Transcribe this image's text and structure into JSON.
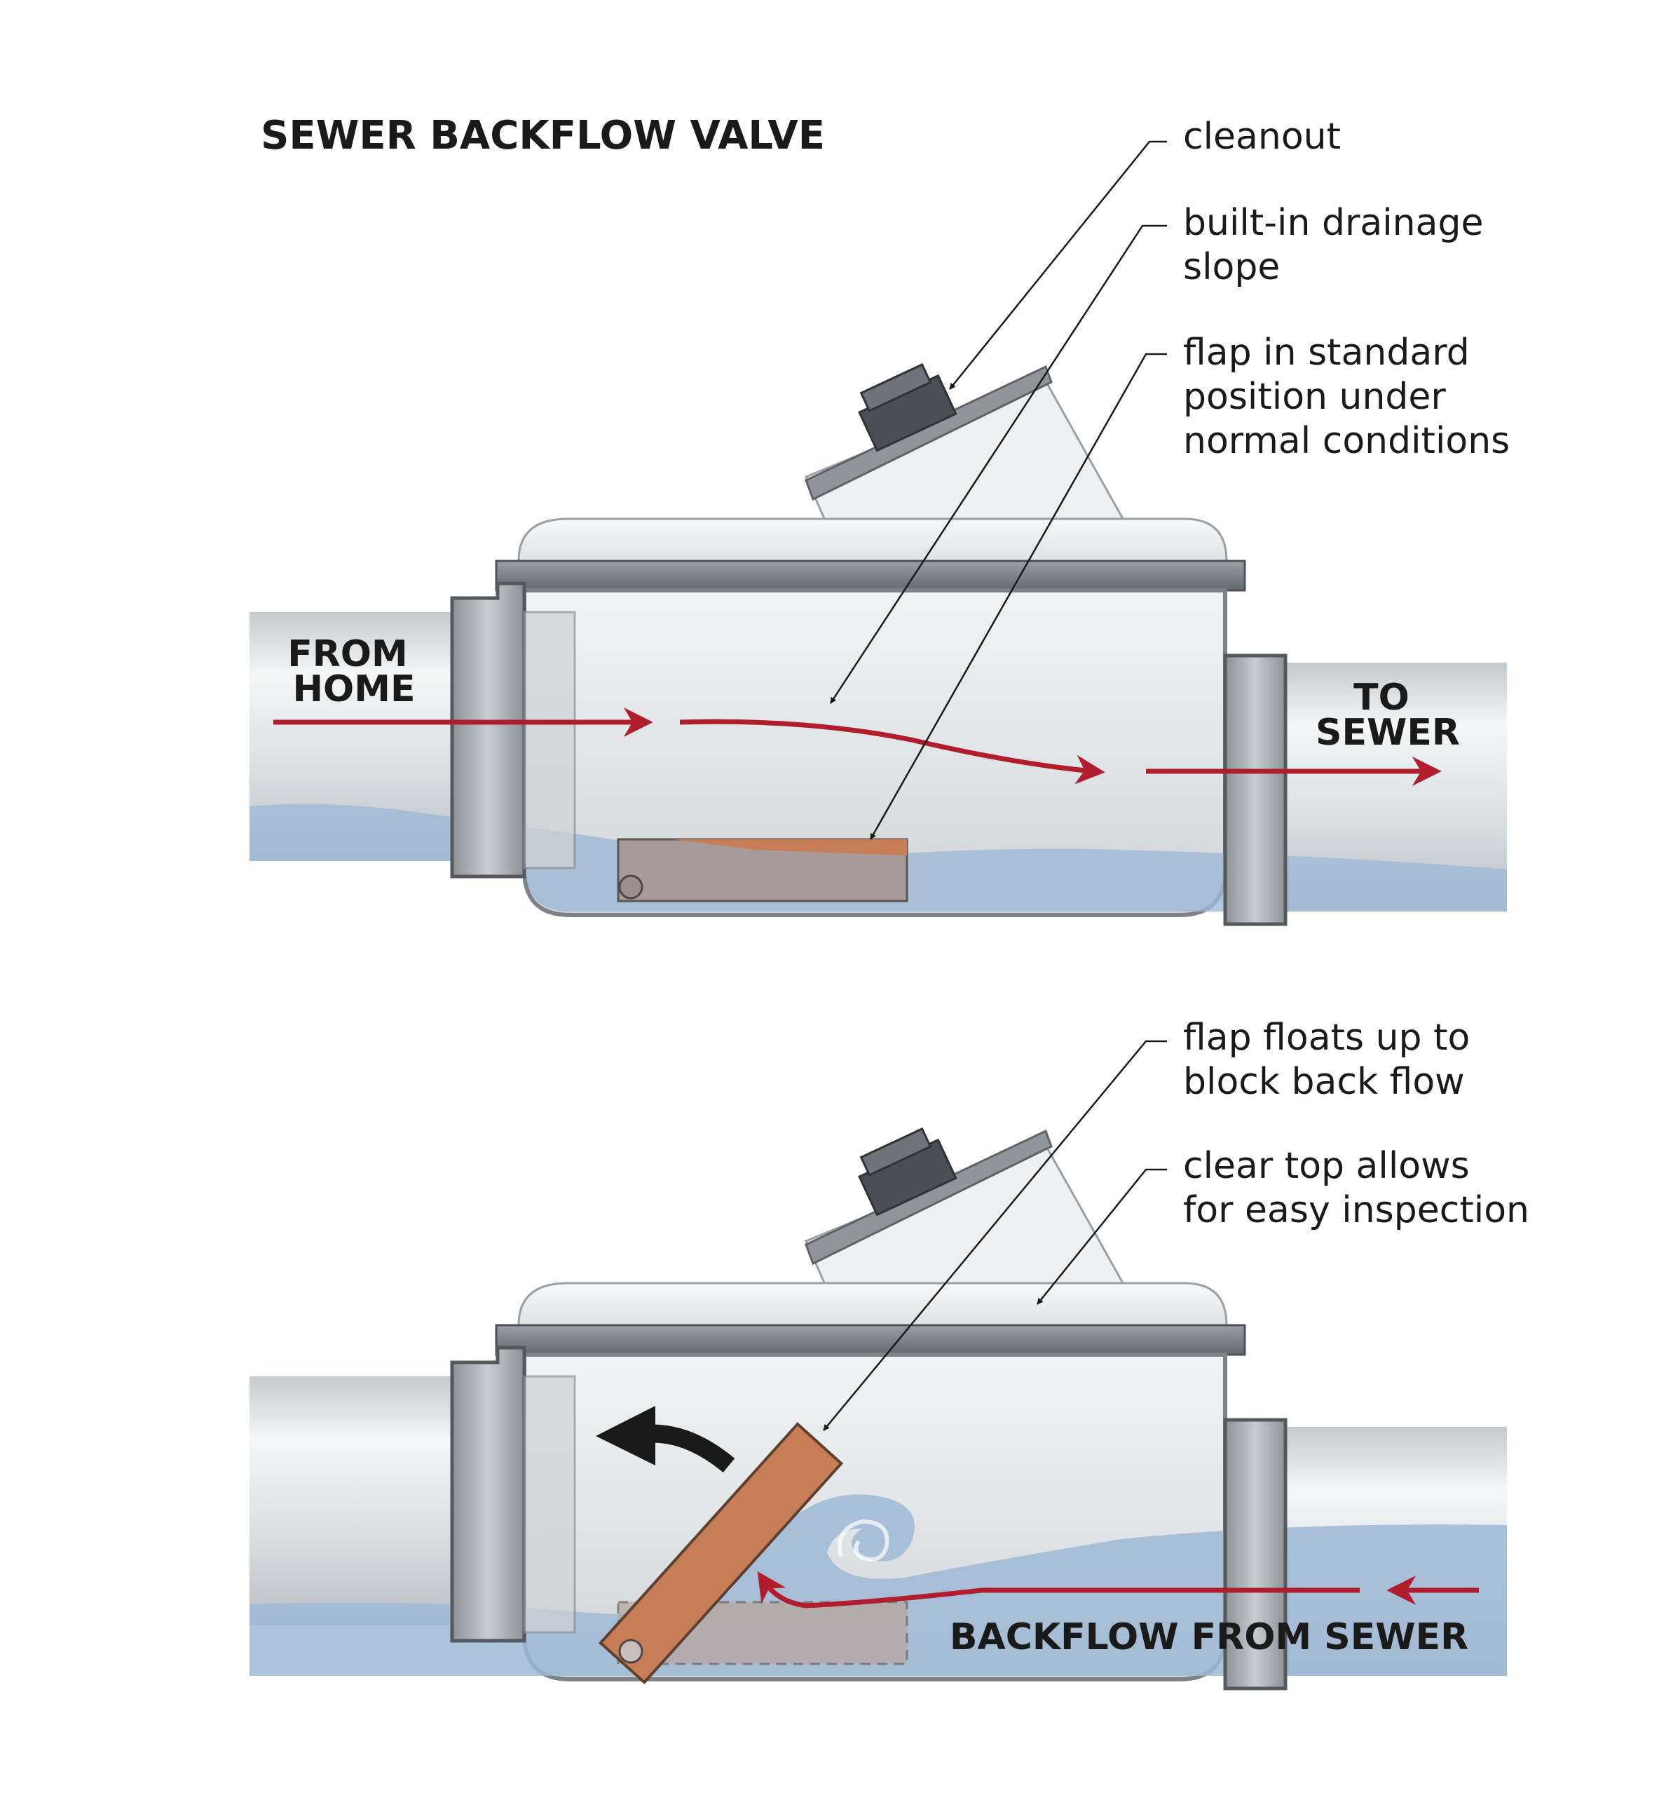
{
  "title": "SEWER BACKFLOW VALVE",
  "top_panel": {
    "inlet_label": [
      "FROM",
      "HOME"
    ],
    "outlet_label": [
      "TO",
      "SEWER"
    ],
    "callouts": [
      {
        "lines": [
          "cleanout"
        ]
      },
      {
        "lines": [
          "built-in drainage",
          "slope"
        ]
      },
      {
        "lines": [
          "flap in standard",
          "position under",
          "normal conditions"
        ]
      }
    ]
  },
  "bottom_panel": {
    "flow_label": "BACKFLOW FROM SEWER",
    "callouts": [
      {
        "lines": [
          "flap floats up to",
          "block back flow"
        ]
      },
      {
        "lines": [
          "clear top allows",
          "for easy inspection"
        ]
      }
    ]
  },
  "colors": {
    "flow_arrow": "#b01e2e",
    "water": "#9fb8d6",
    "flap": "#c77d58",
    "pipe": "#d9dde0",
    "text": "#1a1a1a"
  }
}
